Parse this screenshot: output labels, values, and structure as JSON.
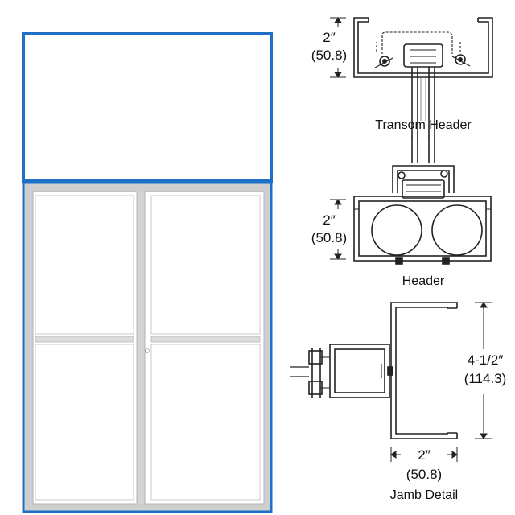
{
  "transom_header": {
    "caption": "Transom Header",
    "dim_in": "2″",
    "dim_mm": "(50.8)"
  },
  "header": {
    "caption": "Header",
    "dim_in": "2″",
    "dim_mm": "(50.8)"
  },
  "jamb_detail": {
    "caption": "Jamb Detail",
    "height_in": "4-1/2″",
    "height_mm": "(114.3)",
    "width_in": "2″",
    "width_mm": "(50.8)"
  },
  "colors": {
    "transom_frame": "#1e6fc8",
    "door_frame": "#cfcfcf",
    "line": "#222222"
  }
}
